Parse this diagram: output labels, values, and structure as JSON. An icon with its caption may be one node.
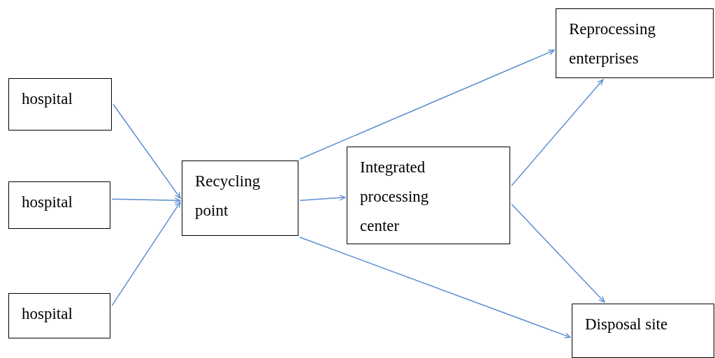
{
  "diagram": {
    "nodes": [
      {
        "text": [
          "hospital"
        ]
      },
      {
        "text": [
          "hospital"
        ]
      },
      {
        "text": [
          "hospital"
        ]
      },
      {
        "text": [
          "Recycling point"
        ]
      },
      {
        "text": [
          "Integrated processing center"
        ]
      },
      {
        "text": [
          "Reprocessing enterprises"
        ]
      },
      {
        "text": [
          "Disposal site"
        ]
      }
    ],
    "edges": [
      {
        "from": 0,
        "to": 3,
        "arrow": "to"
      },
      {
        "from": 1,
        "to": 3,
        "arrow": "to"
      },
      {
        "from": 2,
        "to": 3,
        "arrow": "to"
      },
      {
        "from": 3,
        "to": 4,
        "arrow": "to"
      },
      {
        "from": 3,
        "to": 5,
        "arrow": "to"
      },
      {
        "from": 3,
        "to": 6,
        "arrow": "to"
      },
      {
        "from": 4,
        "to": 5,
        "arrow": "to"
      },
      {
        "from": 4,
        "to": 6,
        "arrow": "to"
      }
    ]
  }
}
